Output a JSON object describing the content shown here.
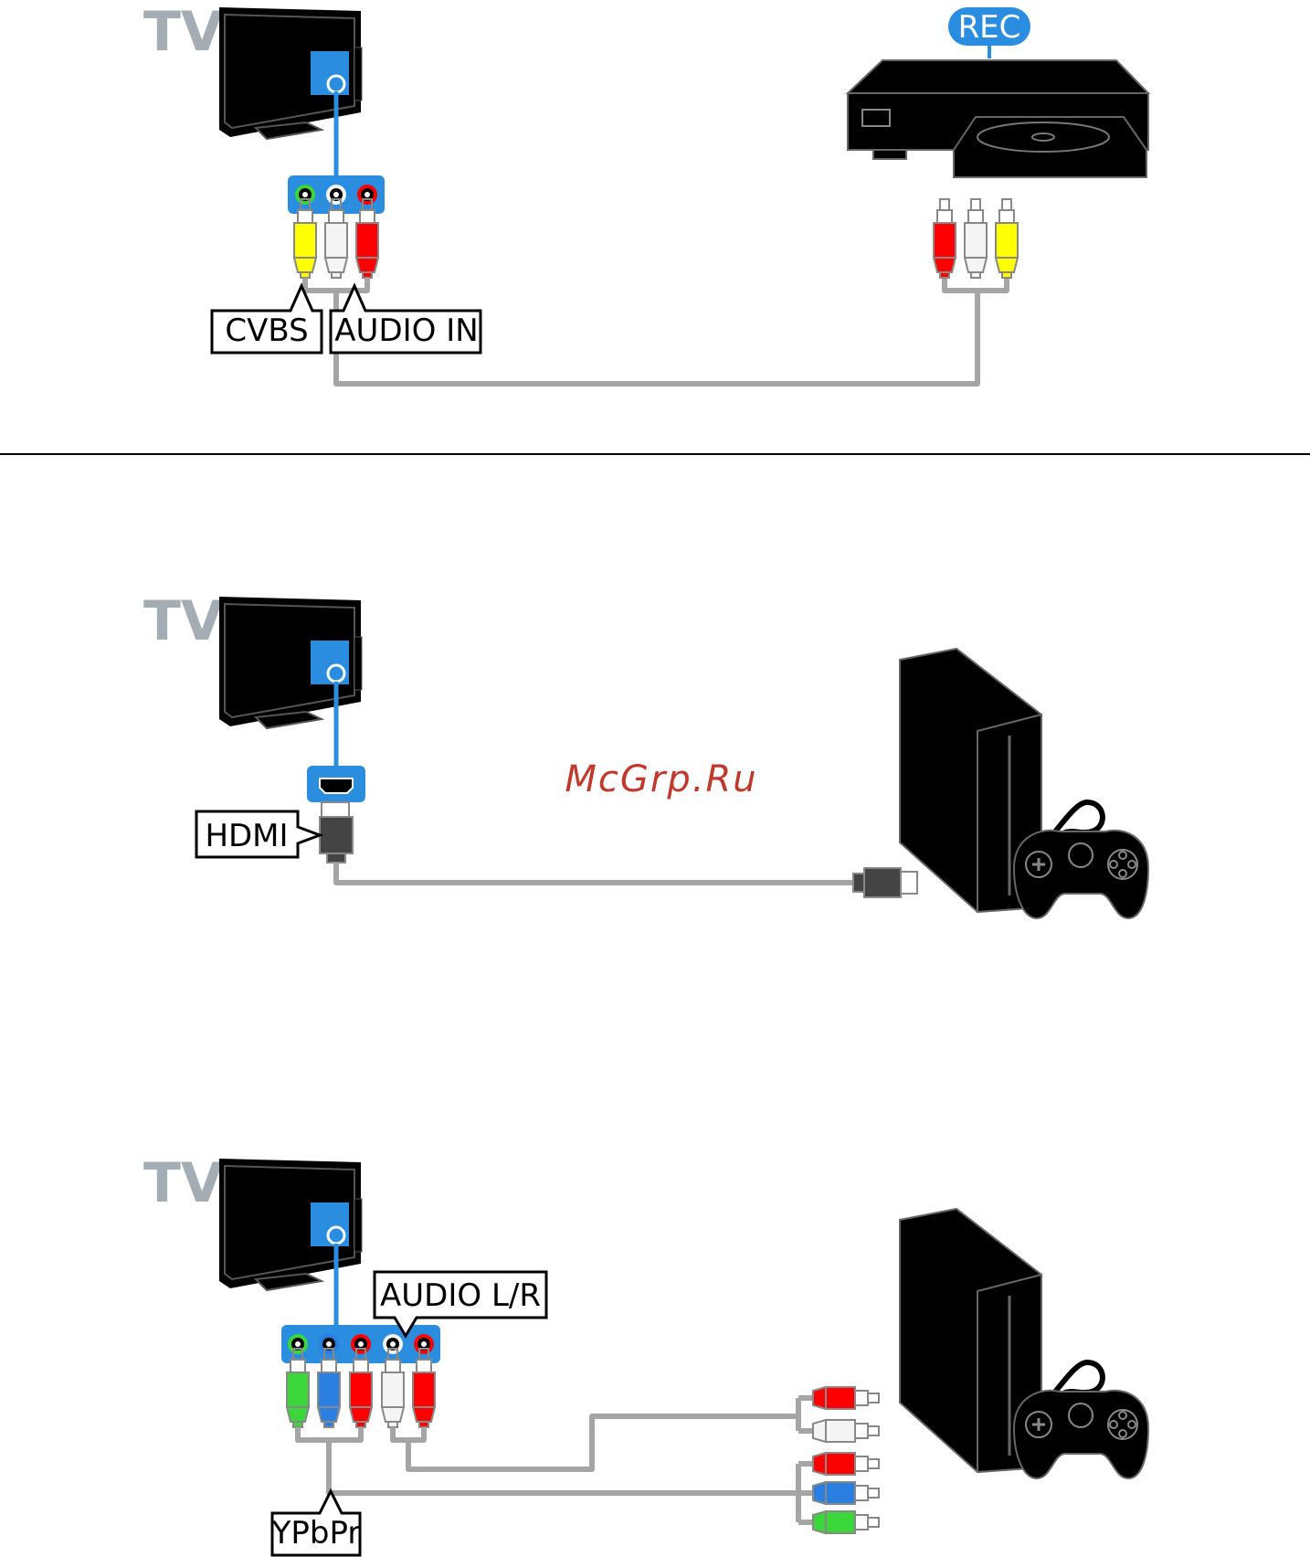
{
  "diagrams": {
    "cvbs": {
      "tv_label": "TV",
      "device_badge": "REC",
      "labels": {
        "cvbs": "CVBS",
        "audio_in": "AUDIO IN"
      }
    },
    "hdmi": {
      "tv_label": "TV",
      "labels": {
        "hdmi": "HDMI"
      }
    },
    "ypbpr": {
      "tv_label": "TV",
      "labels": {
        "audio_lr": "AUDIO L/R",
        "ypbpr": "YPbPr"
      }
    }
  },
  "watermark": "McGrp.Ru",
  "colors": {
    "port_blue": "#2a8de0",
    "cable_blue": "#2a8de0",
    "cable_gray": "#a5a5a5",
    "plug_yellow": "#ffff00",
    "plug_white": "#f4f4f4",
    "plug_red": "#ff0000",
    "plug_green": "#3ad63a",
    "plug_blue": "#2b7fe0",
    "tv_label": "#a4adb3"
  },
  "icons": [
    "tv-icon",
    "dvd-recorder-icon",
    "game-console-icon",
    "gamepad-icon",
    "hdmi-plug-icon",
    "rca-plug-icon"
  ]
}
